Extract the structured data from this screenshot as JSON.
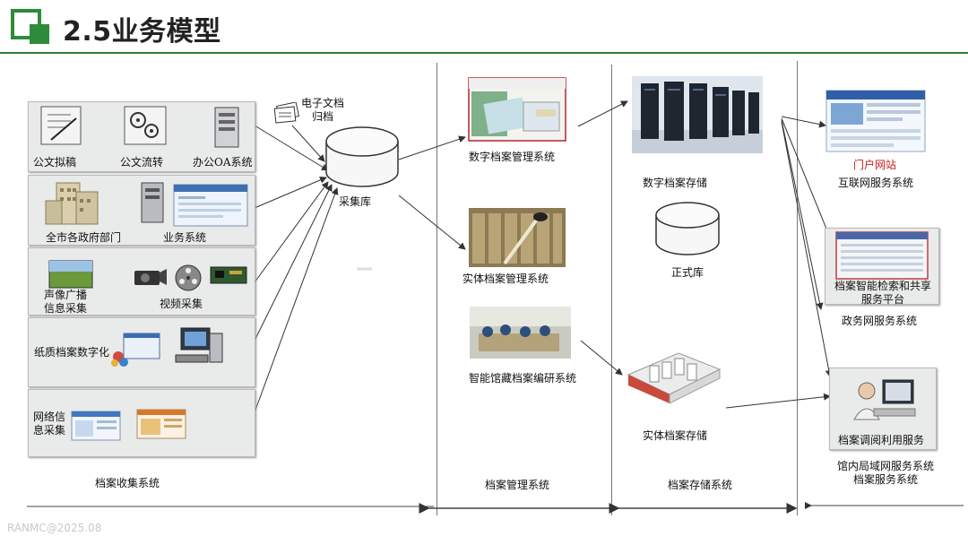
{
  "header": {
    "title": "2.5业务模型"
  },
  "labels": {
    "doc_draft": "公文拟稿",
    "doc_flow": "公文流转",
    "office_oa": "办公OA系统",
    "govt_depts": "全市各政府部门",
    "biz_system": "业务系统",
    "av_broadcast": "声像广播\n信息采集",
    "video_capture": "视频采集",
    "paper_digitize": "纸质档案数字化",
    "web_capture": "网络信\n息采集",
    "e_archive": "电子文档\n归档",
    "collect_db": "采集库",
    "digital_archive_mgmt": "数字档案管理系统",
    "physical_archive_mgmt": "实体档案管理系统",
    "smart_compile": "智能馆藏档案编研系统",
    "digital_storage": "数字档案存储",
    "official_db": "正式库",
    "physical_storage": "实体档案存储",
    "portal": "门户网站",
    "internet_service": "互联网服务系统",
    "smart_search": "档案智能检索和共享\n服务平台",
    "gov_net_service": "政务网服务系统",
    "archive_access": "档案调阅利用服务",
    "lan_service": "馆内局域网服务系统\n档案服务系统"
  },
  "columns": {
    "collection": "档案收集系统",
    "management": "档案管理系统",
    "storage": "档案存储系统"
  },
  "footer": {
    "watermark": "RANMC@2025.08"
  }
}
